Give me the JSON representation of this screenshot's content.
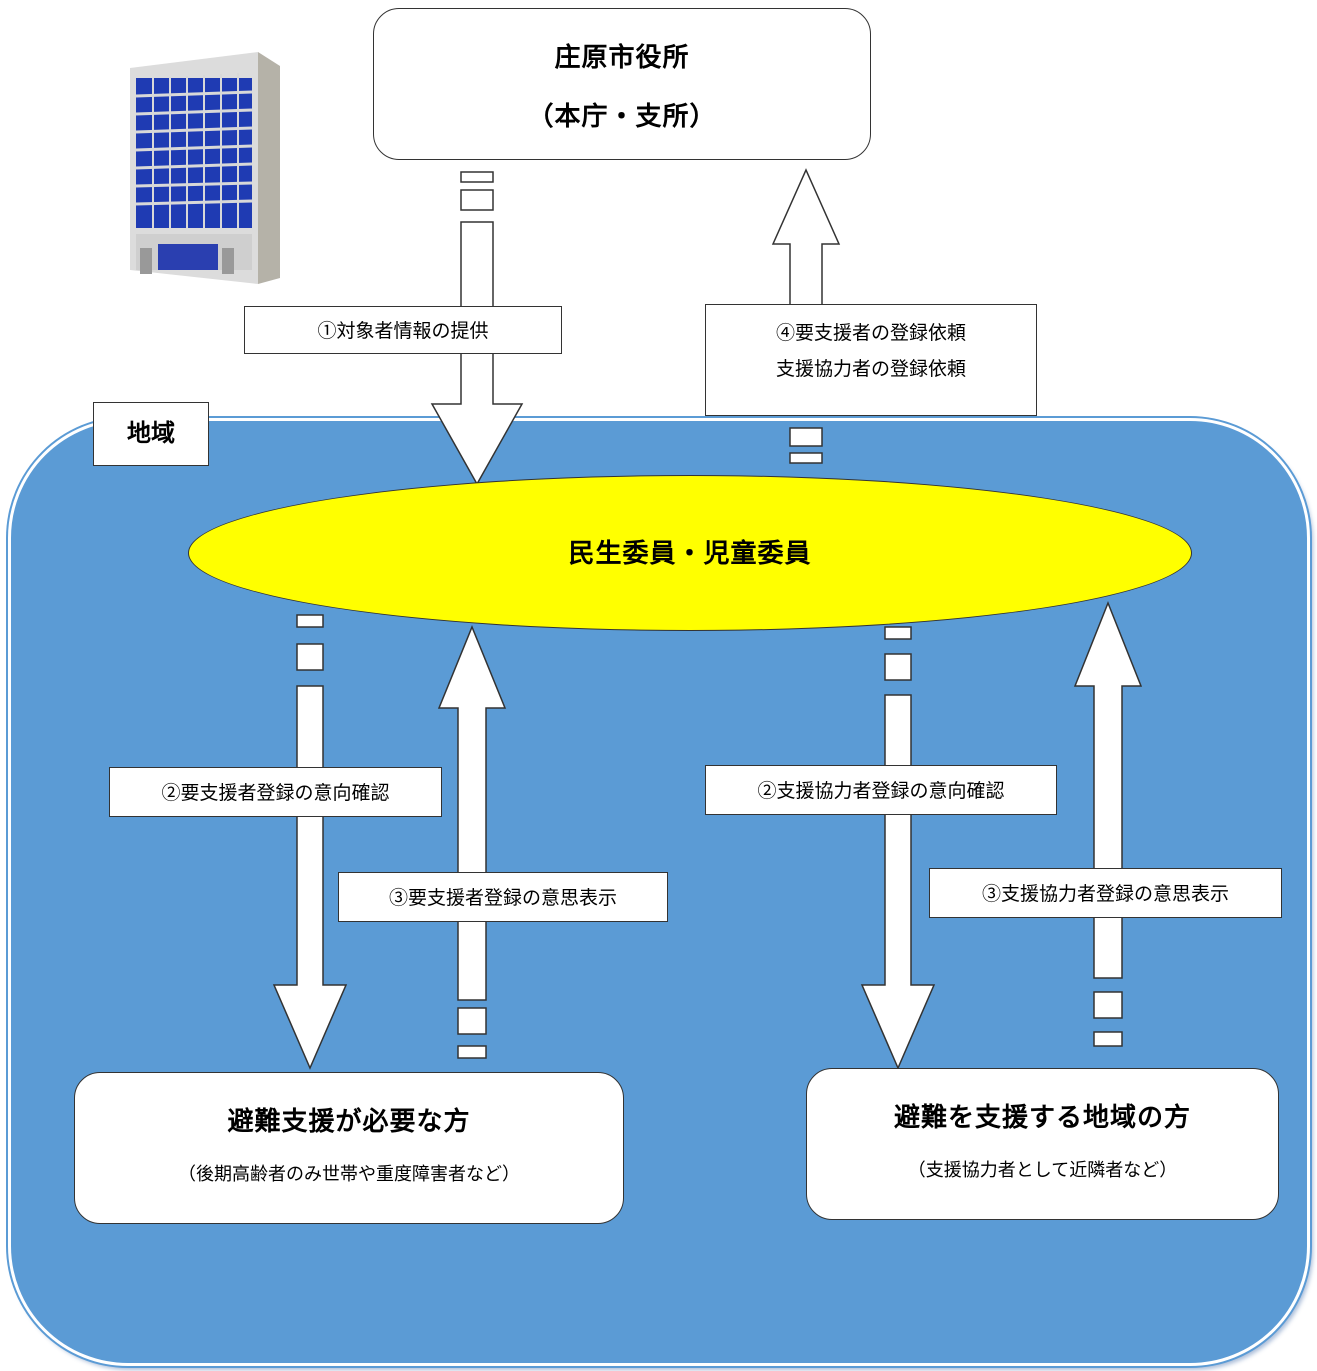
{
  "city_office": {
    "title": "庄原市役所",
    "subtitle": "（本庁・支所）"
  },
  "region_tag": "地域",
  "committee": "民生委員・児童委員",
  "need_support": {
    "title": "避難支援が必要な方",
    "subtitle": "（後期高齢者のみ世帯や重度障害者など）"
  },
  "support_provider": {
    "title": "避難を支援する地域の方",
    "subtitle": "（支援協力者として近隣者など）"
  },
  "steps": {
    "step1": "①対象者情報の提供",
    "step4_line1": "④要支援者の登録依頼",
    "step4_line2": "支援協力者の登録依頼",
    "step2_left": "②要支援者登録の意向確認",
    "step3_left": "③要支援者登録の意思表示",
    "step2_right": "②支援協力者登録の意向確認",
    "step3_right": "③支援協力者登録の意思表示"
  },
  "colors": {
    "region_fill": "#5b9bd5",
    "committee_fill": "#ffff00",
    "building_glass": "#1f3bb3"
  },
  "icons": [
    "office-building-icon"
  ]
}
